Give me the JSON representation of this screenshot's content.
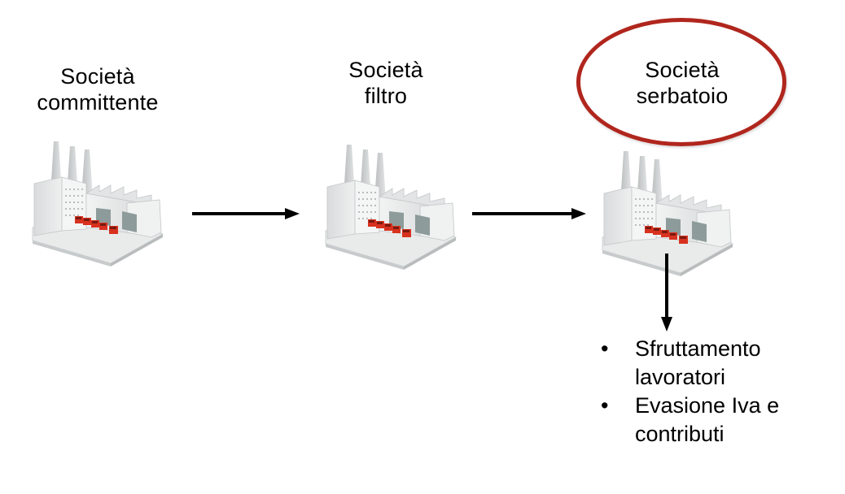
{
  "nodes": [
    {
      "id": "committente",
      "label_lines": [
        "Società",
        "committente"
      ],
      "icon": "factory-icon"
    },
    {
      "id": "filtro",
      "label_lines": [
        "Società",
        "filtro"
      ],
      "icon": "factory-icon"
    },
    {
      "id": "serbatoio",
      "label_lines": [
        "Società",
        "serbatoio"
      ],
      "icon": "factory-icon",
      "highlighted": true
    }
  ],
  "edges": [
    {
      "from": "committente",
      "to": "filtro",
      "direction": "right"
    },
    {
      "from": "filtro",
      "to": "serbatoio",
      "direction": "right"
    },
    {
      "from": "serbatoio",
      "to": "consequences",
      "direction": "down"
    }
  ],
  "highlight": {
    "shape": "ellipse",
    "color": "#b0261d"
  },
  "consequences": {
    "bullet": "•",
    "items": [
      {
        "lines": [
          "Sfruttamento",
          "lavoratori"
        ]
      },
      {
        "lines": [
          "Evasione Iva e",
          "contributi"
        ]
      }
    ]
  }
}
